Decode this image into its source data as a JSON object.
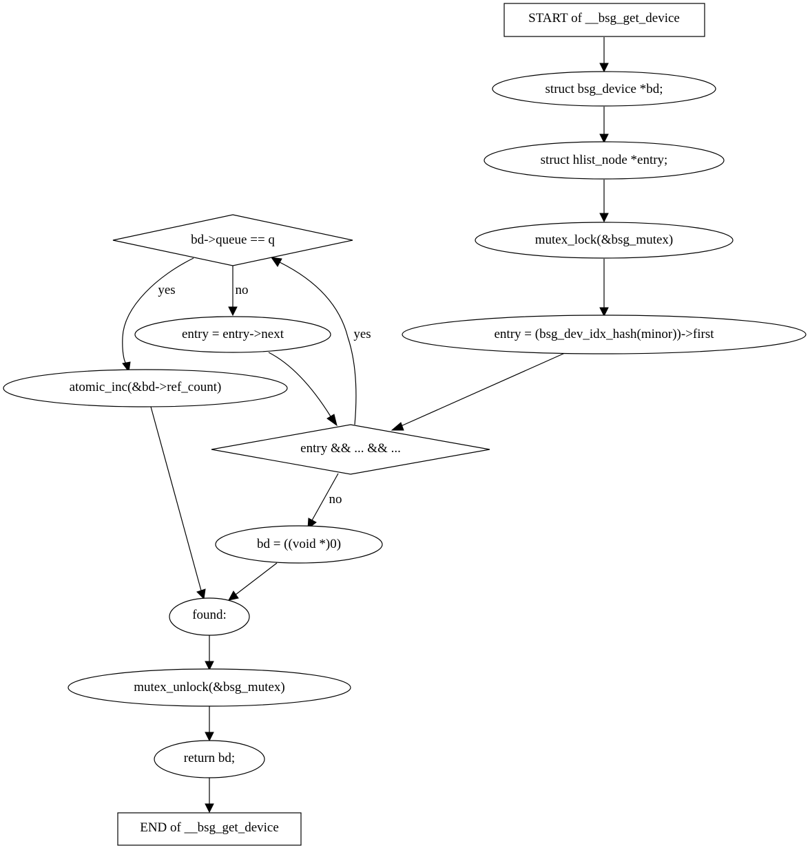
{
  "nodes": {
    "start": {
      "label": "START of __bsg_get_device"
    },
    "decl_bd": {
      "label": "struct bsg_device *bd;"
    },
    "decl_entry": {
      "label": "struct hlist_node *entry;"
    },
    "mutex_lock": {
      "label": "mutex_lock(&bsg_mutex)",
      "fill": "#add8e6"
    },
    "entry_first": {
      "label": "entry = (bsg_dev_idx_hash(minor))->first"
    },
    "cond_queue": {
      "label": "bd->queue == q"
    },
    "entry_next": {
      "label": "entry = entry->next"
    },
    "atomic_inc": {
      "label": "atomic_inc(&bd->ref_count)"
    },
    "cond_entry": {
      "label": "entry && ... && ..."
    },
    "bd_null": {
      "label": "bd = ((void *)0)"
    },
    "found": {
      "label": "found:"
    },
    "mutex_unlock": {
      "label": "mutex_unlock(&bsg_mutex)",
      "fill": "#ffff00"
    },
    "return_bd": {
      "label": "return bd;"
    },
    "end": {
      "label": "END of __bsg_get_device"
    }
  },
  "edge_labels": {
    "queue_yes": "yes",
    "queue_no": "no",
    "entry_yes": "yes",
    "entry_no": "no"
  }
}
